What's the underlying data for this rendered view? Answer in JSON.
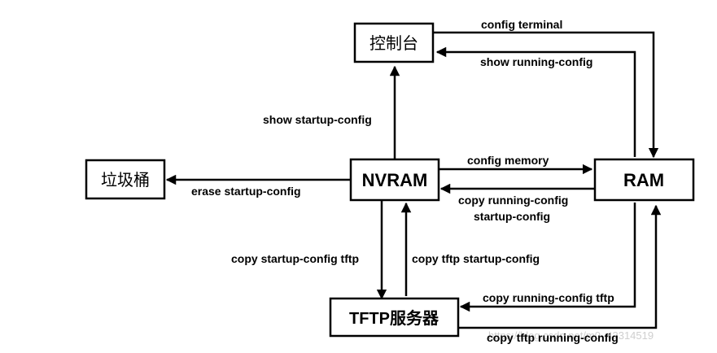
{
  "nodes": {
    "console": "控制台",
    "nvram": "NVRAM",
    "ram": "RAM",
    "trash": "垃圾桶",
    "tftp": "TFTP服务器"
  },
  "edges": {
    "config_terminal": "config terminal",
    "show_running_config": "show running-config",
    "show_startup_config": "show startup-config",
    "config_memory": "config memory",
    "copy_running_config": "copy running-config",
    "startup_config": "startup-config",
    "erase_startup_config": "erase startup-config",
    "copy_startup_config_tftp": "copy startup-config tftp",
    "copy_tftp_startup_config": "copy tftp startup-config",
    "copy_running_config_tftp": "copy running-config tftp",
    "copy_tftp_running_config": "copy tftp running-config"
  },
  "watermark": "https://blog.csdn.net/m0_43314519",
  "colors": {
    "stroke": "#000000",
    "background": "#ffffff",
    "watermark": "#cfcfcf"
  }
}
